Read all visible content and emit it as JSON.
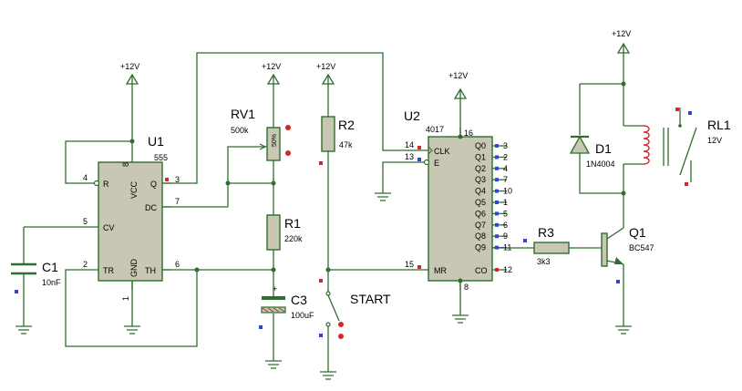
{
  "supply": {
    "label": "+12V"
  },
  "u1": {
    "ref": "U1",
    "part": "555",
    "pins": {
      "r": "R",
      "vcc": "VCC",
      "q": "Q",
      "dc": "DC",
      "cv": "CV",
      "tr": "TR",
      "gnd": "GND",
      "th": "TH"
    },
    "pin_numbers": {
      "p4": "4",
      "p8": "8",
      "p3": "3",
      "p7": "7",
      "p5": "5",
      "p2": "2",
      "p1": "1",
      "p6": "6"
    }
  },
  "u2": {
    "ref": "U2",
    "part": "4017",
    "pins": {
      "clk": "CLK",
      "e": "E",
      "mr": "MR",
      "co": "CO",
      "q0": "Q0",
      "q1": "Q1",
      "q2": "Q2",
      "q3": "Q3",
      "q4": "Q4",
      "q5": "Q5",
      "q6": "Q6",
      "q7": "Q7",
      "q8": "Q8",
      "q9": "Q9"
    },
    "pin_numbers": {
      "p14": "14",
      "p13": "13",
      "p15": "15",
      "p16": "16",
      "p8": "8",
      "p12": "12",
      "pq0": "3",
      "pq1": "2",
      "pq2": "4",
      "pq3": "7",
      "pq4": "10",
      "pq5": "1",
      "pq6": "5",
      "pq7": "6",
      "pq8": "9",
      "pq9": "11"
    }
  },
  "rv1": {
    "ref": "RV1",
    "value": "500k",
    "body_text": "50%"
  },
  "r1": {
    "ref": "R1",
    "value": "220k"
  },
  "r2": {
    "ref": "R2",
    "value": "47k"
  },
  "r3": {
    "ref": "R3",
    "value": "3k3"
  },
  "c1": {
    "ref": "C1",
    "value": "10nF"
  },
  "c3": {
    "ref": "C3",
    "value": "100uF",
    "polarity": "+"
  },
  "start": {
    "label": "START"
  },
  "d1": {
    "ref": "D1",
    "value": "1N4004"
  },
  "q1": {
    "ref": "Q1",
    "value": "BC547"
  },
  "rl1": {
    "ref": "RL1",
    "value": "12V"
  },
  "colors": {
    "wire": "#2f6e2f",
    "body": "#c7c7b3",
    "pin_high": "#d42828",
    "pin_low": "#2e45d6"
  }
}
